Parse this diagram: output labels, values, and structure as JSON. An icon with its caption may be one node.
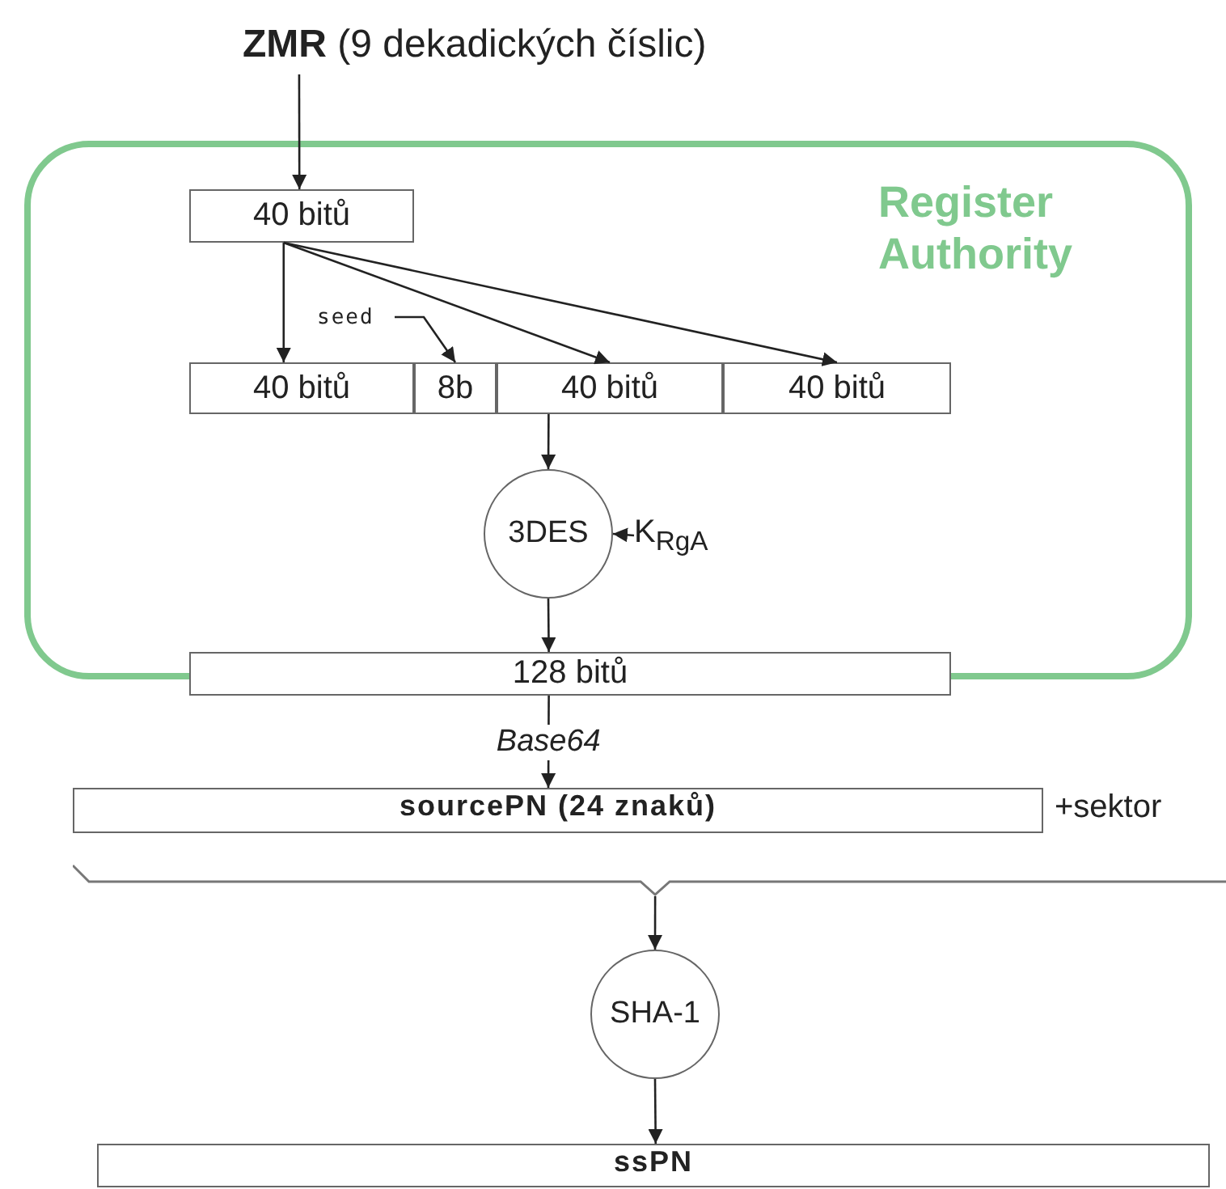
{
  "diagram": {
    "nodes": [
      {
        "text": [
          "**ZMR** (9 dekadických číslic)"
        ]
      },
      {
        "text": [
          "Register Authority"
        ]
      },
      {
        "text": [
          "40 bitů"
        ],
        "in": 1
      },
      {
        "text": [
          "40 bitů"
        ],
        "in": 1
      },
      {
        "text": [
          "8b"
        ],
        "in": 1
      },
      {
        "text": [
          "40 bitů"
        ],
        "in": 1
      },
      {
        "text": [
          "40 bitů"
        ],
        "in": 1
      },
      {
        "text": [
          "seed"
        ],
        "in": 1
      },
      {
        "text": [
          "3DES"
        ],
        "in": 1
      },
      {
        "text": [
          "K$_{RgA}$"
        ],
        "in": 1
      },
      {
        "text": [
          "128 bitů"
        ]
      },
      {
        "text": [
          "sourcePN (24 znaků)"
        ]
      },
      {
        "text": [
          "+sektor"
        ]
      },
      {
        "text": [],
        "shape": "bracket"
      },
      {
        "text": [
          "SHA-1"
        ]
      },
      {
        "text": [
          "ssPN"
        ]
      }
    ],
    "edges": [
      {
        "from": 0,
        "to": 2,
        "arrow": "to"
      },
      {
        "from": 2,
        "to": 3,
        "arrow": "to"
      },
      {
        "from": 2,
        "to": 5,
        "arrow": "to"
      },
      {
        "from": 2,
        "to": 6,
        "arrow": "to"
      },
      {
        "from": 7,
        "to": 4,
        "arrow": "to"
      },
      {
        "from": 5,
        "to": 8,
        "arrow": "to"
      },
      {
        "from": 9,
        "to": 8,
        "arrow": "to"
      },
      {
        "from": 8,
        "to": 10,
        "arrow": "to"
      },
      {
        "from": 10,
        "to": 11,
        "arrow": "to",
        "label": "Base64"
      },
      {
        "from": 13,
        "to": 14,
        "arrow": "to"
      },
      {
        "from": 14,
        "to": 15,
        "arrow": "to"
      }
    ]
  }
}
